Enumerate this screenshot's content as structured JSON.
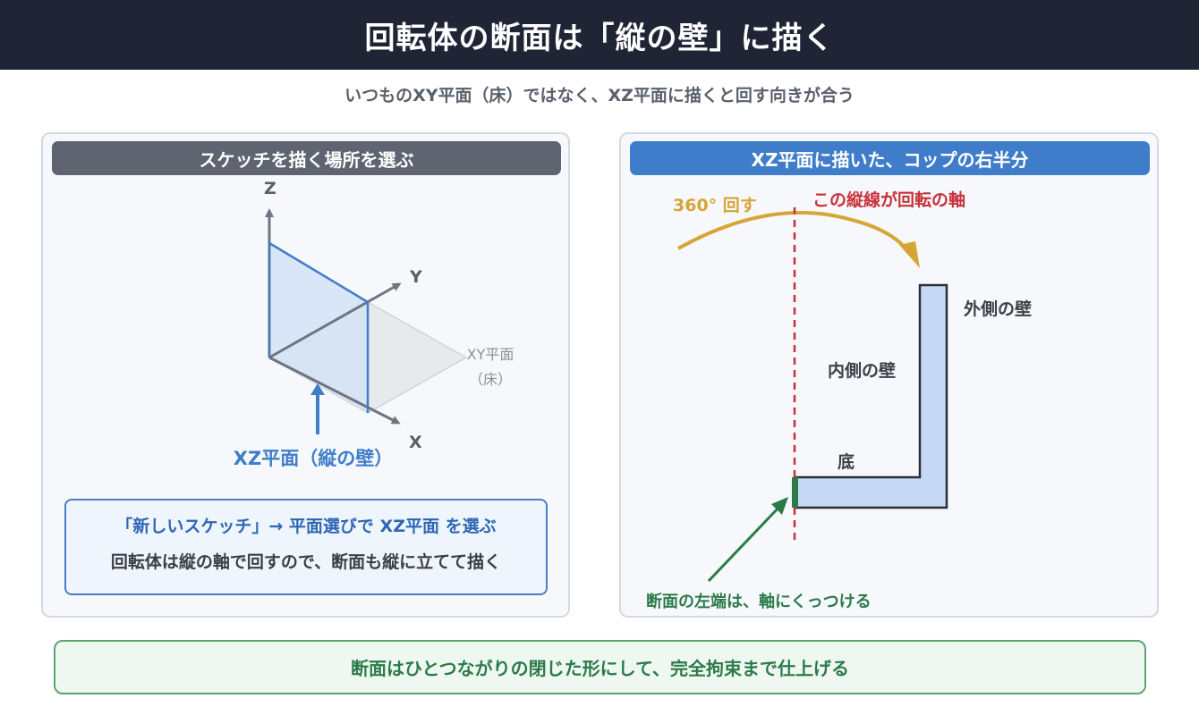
{
  "header": {
    "title": "回転体の断面は「縦の壁」に描く"
  },
  "subtitle": "いつものXY平面（床）ではなく、XZ平面に描くと回す向きが合う",
  "left_panel": {
    "title": "スケッチを描く場所を選ぶ",
    "axes": {
      "z": "Z",
      "y": "Y",
      "x": "X"
    },
    "xy_plane_label_line1": "XY平面",
    "xy_plane_label_line2": "（床）",
    "xz_plane_label": "XZ平面（縦の壁）",
    "instruction_main": "「新しいスケッチ」→ 平面選びで XZ平面 を選ぶ",
    "instruction_sub": "回転体は縦の軸で回すので、断面も縦に立てて描く"
  },
  "right_panel": {
    "title": "XZ平面に描いた、コップの右半分",
    "rotate_label": "360° 回す",
    "axis_label": "この縦線が回転の軸",
    "outer_wall_label": "外側の壁",
    "inner_wall_label": "内側の壁",
    "bottom_label": "底",
    "left_edge_note": "断面の左端は、軸にくっつける"
  },
  "footer": {
    "text": "断面はひとつながりの閉じた形にして、完全拘束まで仕上げる"
  },
  "colors": {
    "header_bg": "#1f2535",
    "blue_accent": "#3f7dca",
    "red_axis": "#c8313a",
    "gold_arrow": "#d6a536",
    "green_note": "#2c7a4a",
    "shape_fill": "#c6d9f4"
  }
}
